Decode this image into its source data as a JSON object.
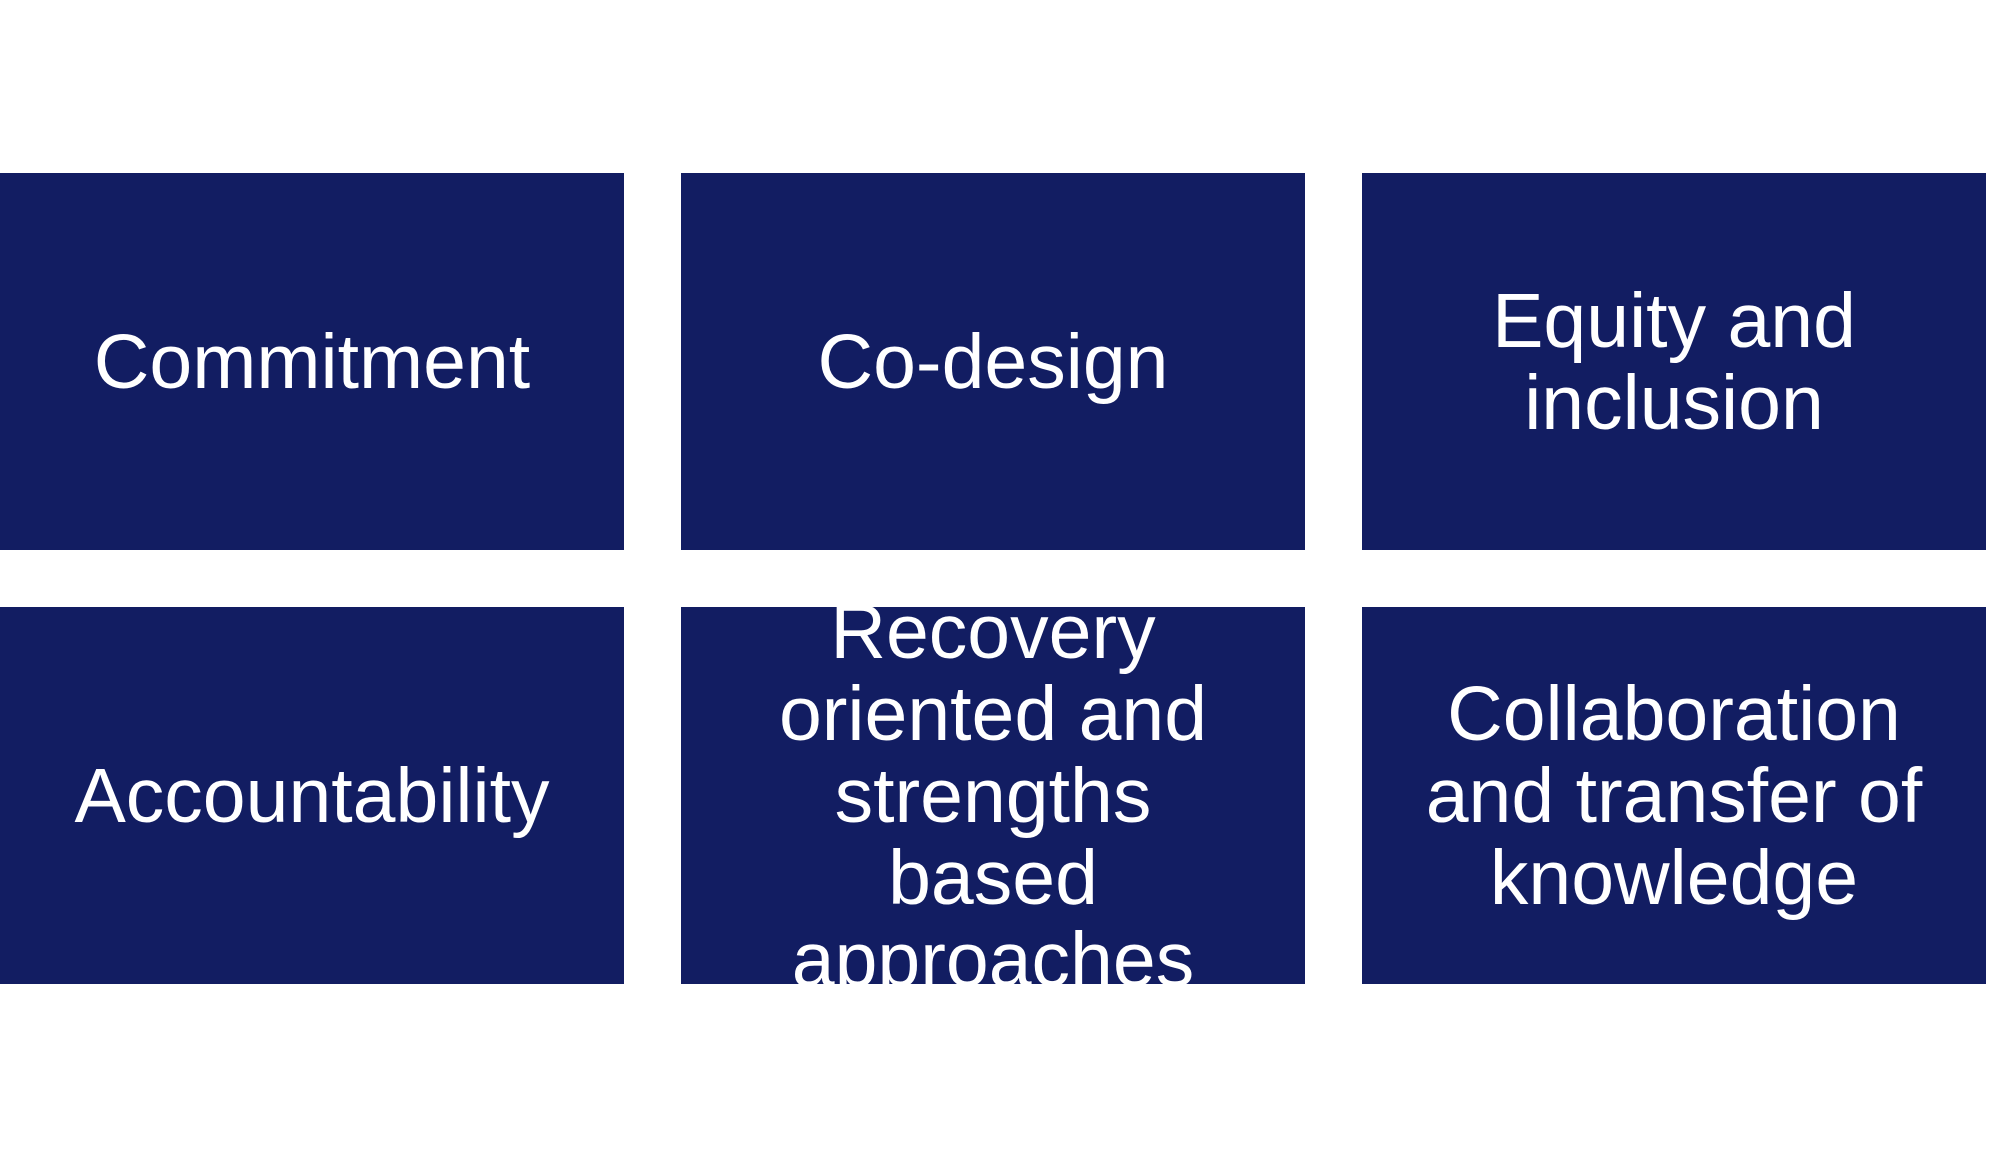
{
  "colors": {
    "tile_background": "#121d62",
    "tile_text": "#ffffff",
    "page_background": "#ffffff"
  },
  "tiles": [
    {
      "label": "Commitment"
    },
    {
      "label": "Co-design"
    },
    {
      "label": "Equity and\ninclusion"
    },
    {
      "label": "Accountability"
    },
    {
      "label": "Recovery\noriented and\nstrengths based\napproaches"
    },
    {
      "label": "Collaboration\nand transfer of\nknowledge"
    }
  ]
}
